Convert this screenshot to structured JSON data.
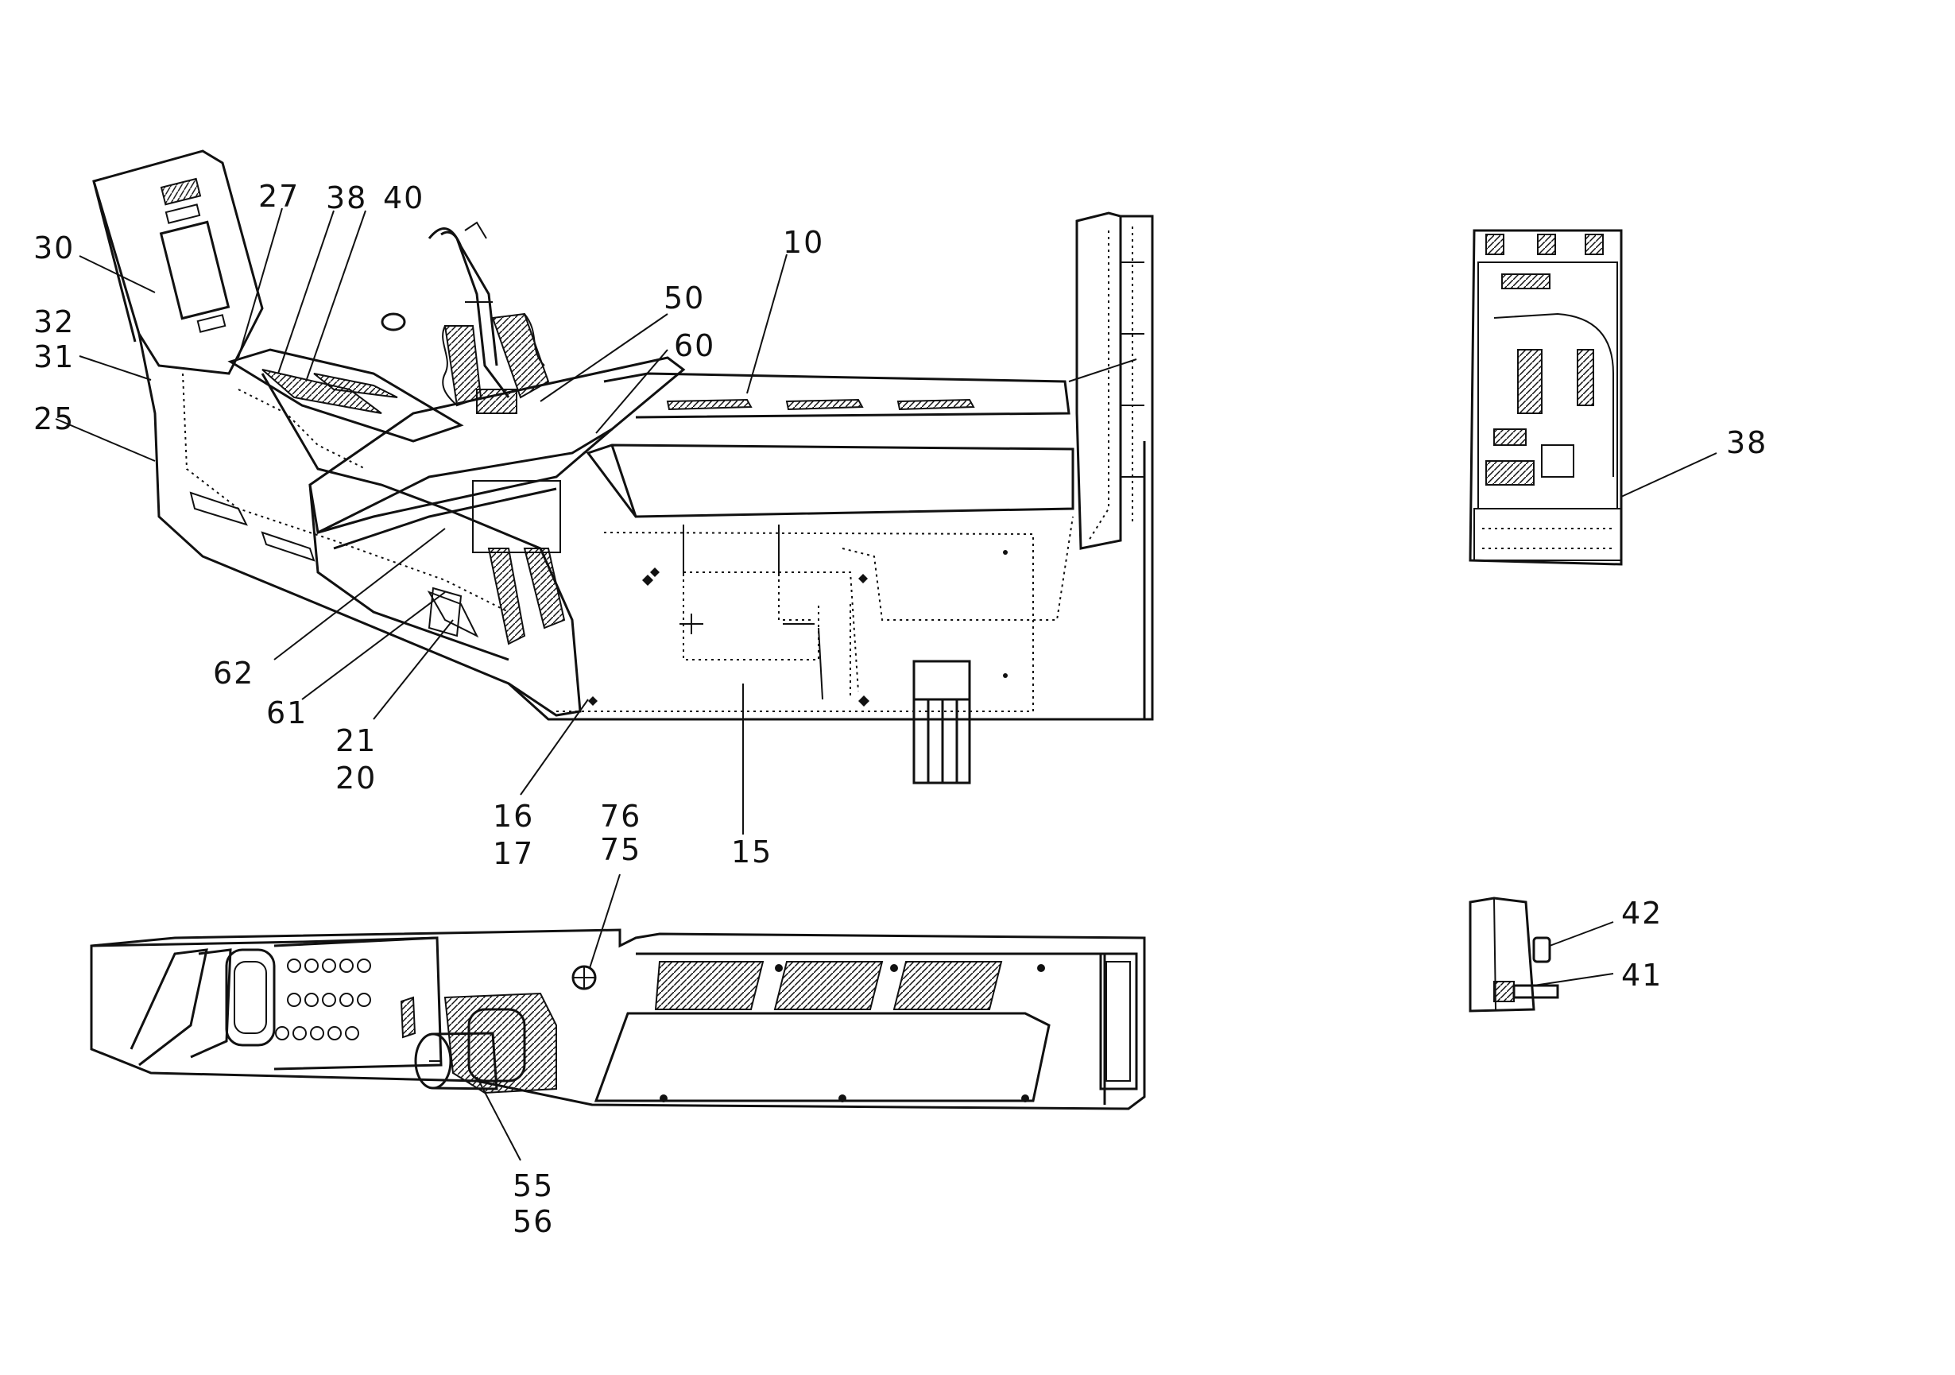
{
  "labels": {
    "l30": "30",
    "l27": "27",
    "l38a": "38",
    "l40": "40",
    "l32": "32",
    "l31": "31",
    "l25": "25",
    "l10": "10",
    "l50": "50",
    "l60": "60",
    "l62": "62",
    "l61": "61",
    "l21": "21",
    "l20": "20",
    "l16": "16",
    "l17": "17",
    "l76": "76",
    "l75": "75",
    "l15": "15",
    "l55": "55",
    "l56": "56",
    "l38b": "38",
    "l42": "42",
    "l41": "41"
  }
}
